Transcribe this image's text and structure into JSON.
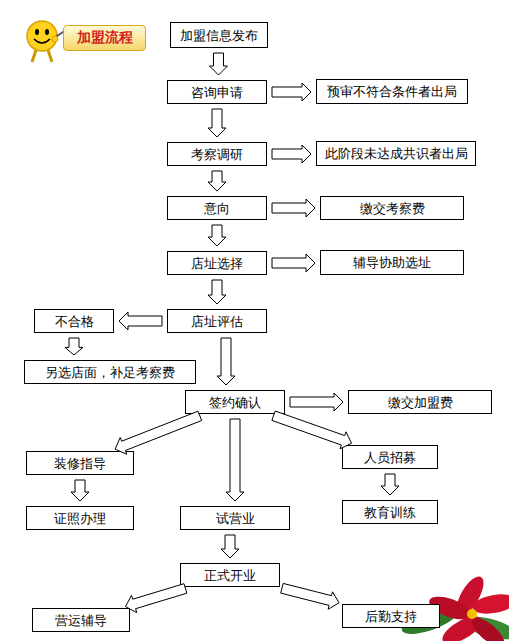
{
  "diagram": {
    "title": "加盟流程",
    "nodes": [
      {
        "text": [
          "加盟信息发布"
        ]
      },
      {
        "text": [
          "咨询申请"
        ]
      },
      {
        "text": [
          "预审不符合条件者出局"
        ]
      },
      {
        "text": [
          "考察调研"
        ]
      },
      {
        "text": [
          "此阶段未达成共识者出局"
        ]
      },
      {
        "text": [
          "意向"
        ]
      },
      {
        "text": [
          "缴交考察费"
        ]
      },
      {
        "text": [
          "店址选择"
        ]
      },
      {
        "text": [
          "辅导协助选址"
        ]
      },
      {
        "text": [
          "店址评估"
        ]
      },
      {
        "text": [
          "不合格"
        ]
      },
      {
        "text": [
          "另选店面，补足考察费"
        ]
      },
      {
        "text": [
          "签约确认"
        ]
      },
      {
        "text": [
          "缴交加盟费"
        ]
      },
      {
        "text": [
          "装修指导"
        ]
      },
      {
        "text": [
          "人员招募"
        ]
      },
      {
        "text": [
          "证照办理"
        ]
      },
      {
        "text": [
          "试营业"
        ]
      },
      {
        "text": [
          "教育训练"
        ]
      },
      {
        "text": [
          "正式开业"
        ]
      },
      {
        "text": [
          "营运辅导"
        ]
      },
      {
        "text": [
          "后勤支持"
        ]
      }
    ],
    "edges": [
      {
        "from": 0,
        "to": 1,
        "arrow": "to"
      },
      {
        "from": 1,
        "to": 2,
        "arrow": "to"
      },
      {
        "from": 1,
        "to": 3,
        "arrow": "to"
      },
      {
        "from": 3,
        "to": 4,
        "arrow": "to"
      },
      {
        "from": 3,
        "to": 5,
        "arrow": "to"
      },
      {
        "from": 5,
        "to": 6,
        "arrow": "to"
      },
      {
        "from": 5,
        "to": 7,
        "arrow": "to"
      },
      {
        "from": 7,
        "to": 8,
        "arrow": "to"
      },
      {
        "from": 7,
        "to": 9,
        "arrow": "to"
      },
      {
        "from": 9,
        "to": 10,
        "arrow": "to"
      },
      {
        "from": 10,
        "to": 11,
        "arrow": "to"
      },
      {
        "from": 9,
        "to": 12,
        "arrow": "to"
      },
      {
        "from": 12,
        "to": 13,
        "arrow": "to"
      },
      {
        "from": 12,
        "to": 14,
        "arrow": "to"
      },
      {
        "from": 12,
        "to": 17,
        "arrow": "to"
      },
      {
        "from": 12,
        "to": 15,
        "arrow": "to"
      },
      {
        "from": 14,
        "to": 16,
        "arrow": "to"
      },
      {
        "from": 15,
        "to": 18,
        "arrow": "to"
      },
      {
        "from": 17,
        "to": 19,
        "arrow": "to"
      },
      {
        "from": 19,
        "to": 20,
        "arrow": "to"
      },
      {
        "from": 19,
        "to": 21,
        "arrow": "to"
      }
    ]
  }
}
